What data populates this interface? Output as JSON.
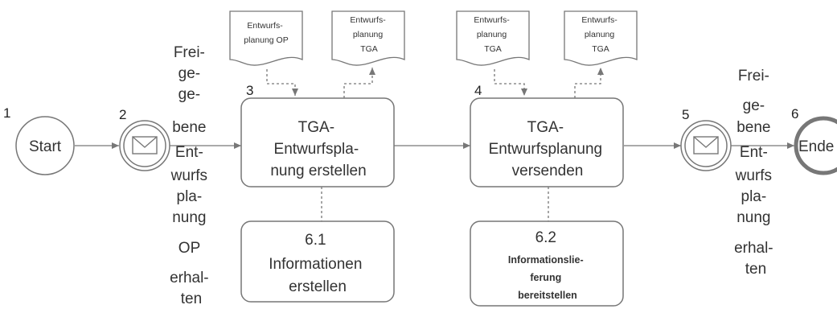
{
  "events": {
    "start": {
      "number": "1",
      "label": "Start"
    },
    "catch1": {
      "number": "2",
      "label_lines": [
        "Frei-",
        "ge-",
        "ge-",
        "bene",
        "Ent-",
        "wurfs",
        "pla-",
        "nung",
        "OP",
        "erhal-",
        "ten"
      ]
    },
    "catch2": {
      "number": "5",
      "label_lines": [
        "Frei-",
        "ge-",
        "bene",
        "Ent-",
        "wurfs",
        "pla-",
        "nung",
        "erhal-",
        "ten"
      ]
    },
    "end": {
      "number": "6",
      "label": "Ende"
    }
  },
  "tasks": {
    "task3": {
      "number": "3",
      "label_lines": [
        "TGA-",
        "Entwurfspla-",
        "nung erstellen"
      ]
    },
    "task4": {
      "number": "4",
      "label_lines": [
        "TGA-",
        "Entwurfsplanung",
        "versenden"
      ]
    },
    "task61": {
      "label_lines": [
        "6.1",
        "Informationen",
        "erstellen"
      ]
    },
    "task62": {
      "label_lines": [
        "6.2",
        "Informationslie-",
        "ferung",
        "bereitstellen"
      ]
    }
  },
  "documents": {
    "doc1": {
      "label_lines": [
        "Entwurfs-",
        "planung OP"
      ]
    },
    "doc2": {
      "label_lines": [
        "Entwurfs-",
        "planung",
        "TGA"
      ]
    },
    "doc3": {
      "label_lines": [
        "Entwurfs-",
        "planung",
        "TGA"
      ]
    },
    "doc4": {
      "label_lines": [
        "Entwurfs-",
        "planung",
        "TGA"
      ]
    }
  },
  "colors": {
    "stroke": "#777777",
    "text": "#333333",
    "fill": "#ffffff",
    "end_stroke": "#777777"
  },
  "icons": {
    "message": "envelope-icon"
  }
}
